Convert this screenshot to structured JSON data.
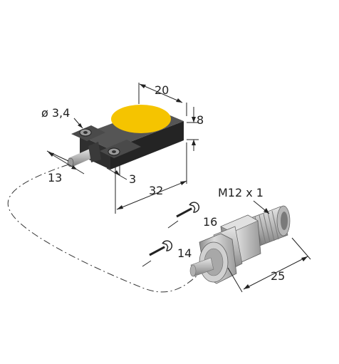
{
  "colors": {
    "body_dark": "#3a3a3a",
    "body_top": "#5b5b5b",
    "sensor_face": "#f5c400",
    "metal": "#bfbfbf",
    "metal_dark": "#8a8a8a",
    "line": "#222222"
  },
  "icons": [
    "wrench-icon",
    "wrench-icon"
  ],
  "dimensions": {
    "width": "20",
    "height": "8",
    "hole_diameter": "ø 3,4",
    "cable_offset": "13",
    "screw_offset": "3",
    "length": "32",
    "thread": "M12 x 1",
    "wrench_large": "16",
    "wrench_small": "14",
    "connector_length": "25"
  }
}
